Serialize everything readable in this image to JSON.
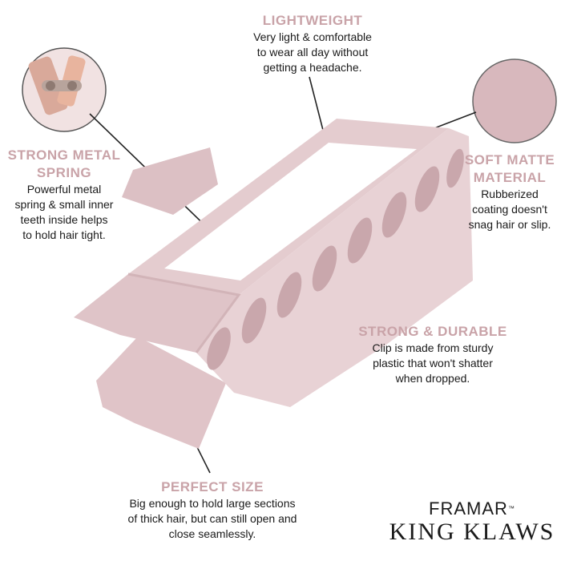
{
  "colors": {
    "accent": "#c9a3a8",
    "clip": "#e4cccf",
    "clip_shadow": "#d2b4b8",
    "text": "#1a1a1a",
    "background": "#ffffff"
  },
  "callouts": {
    "lightweight": {
      "heading": "LIGHTWEIGHT",
      "lines": [
        "Very light & comfortable",
        "to wear all day without",
        "getting a headache."
      ]
    },
    "spring": {
      "heading_lines": [
        "STRONG METAL",
        "SPRING"
      ],
      "lines": [
        "Powerful metal",
        "spring & small inner",
        "teeth inside helps",
        "to hold hair tight."
      ]
    },
    "matte": {
      "heading_lines": [
        "SOFT MATTE",
        "MATERIAL"
      ],
      "lines": [
        "Rubberized",
        "coating doesn't",
        "snag hair or slip."
      ]
    },
    "durable": {
      "heading": "STRONG & DURABLE",
      "lines": [
        "Clip is made from sturdy",
        "plastic that won't shatter",
        "when dropped."
      ]
    },
    "size": {
      "heading": "PERFECT SIZE",
      "lines": [
        "Big enough to hold large sections",
        "of thick hair, but can still open and",
        "close seamlessly."
      ]
    }
  },
  "brand": {
    "company": "FRAMAR",
    "trademark": "™",
    "product": "KING KLAWS"
  },
  "icons": {
    "spring_detail": "spring-closeup-icon",
    "material_swatch": "matte-swatch-icon"
  }
}
